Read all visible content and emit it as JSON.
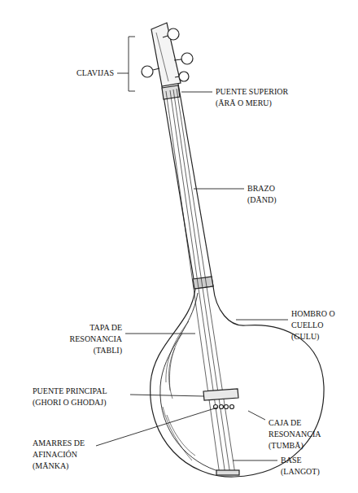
{
  "diagram": {
    "labels": [
      "CLAVIJAS",
      "PUENTE SUPERIOR (ĀRĀ O MERU)",
      "BRAZO (DĀND)",
      "TAPA DE RESONANCIA (TABLI)",
      "HOMBRO O CUELLO (GULU)",
      "PUENTE PRINCIPAL (GHORI O GHODAJ)",
      "AMARRES DE AFINACIÓN (MĀNKA)",
      "CAJA DE RESONANCIA (TUMBĀ)",
      "BASE (LANGOT)"
    ]
  }
}
